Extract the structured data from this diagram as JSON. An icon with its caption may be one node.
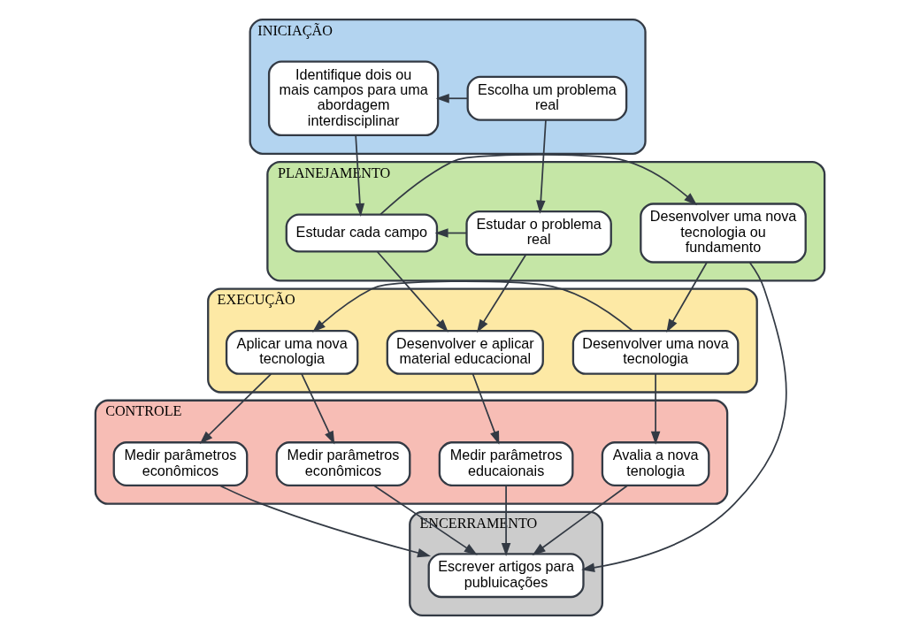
{
  "diagram": {
    "nodes": [
      {
        "text": [
          "INICIAÇÃO"
        ]
      },
      {
        "text": [
          "Escolha um problema real"
        ],
        "in": 0
      },
      {
        "text": [
          "Identifique dois ou mais campos para uma abordagem interdisciplinar"
        ],
        "in": 0
      },
      {
        "text": [
          "PLANEJAMENTO"
        ]
      },
      {
        "text": [
          "Estudar o problema real"
        ],
        "in": 3
      },
      {
        "text": [
          "Estudar cada campo"
        ],
        "in": 3
      },
      {
        "text": [
          "Desenvolver uma nova tecnologia ou fundamento"
        ],
        "in": 3
      },
      {
        "text": [
          "EXECUÇÃO"
        ]
      },
      {
        "text": [
          "Desenvolver e aplicar material educacional"
        ],
        "in": 7
      },
      {
        "text": [
          "Desenvolver uma nova tecnologia"
        ],
        "in": 7
      },
      {
        "text": [
          "Aplicar uma nova tecnologia"
        ],
        "in": 7
      },
      {
        "text": [
          "CONTROLE"
        ]
      },
      {
        "text": [
          "Medir parâmetros educaionais"
        ],
        "in": 11
      },
      {
        "text": [
          "Avalia a nova tenologia"
        ],
        "in": 11
      },
      {
        "text": [
          "Medir parâmetros econômicos"
        ],
        "in": 11
      },
      {
        "text": [
          "Medir parâmetros econômicos"
        ],
        "in": 11
      },
      {
        "text": [
          "ENCERRAMENTO"
        ]
      },
      {
        "text": [
          "Escrever artigos para publuicações"
        ],
        "in": 16
      }
    ],
    "edges": [
      {
        "from": 1,
        "to": 2,
        "arrow": "to"
      },
      {
        "from": 1,
        "to": 4,
        "arrow": "to"
      },
      {
        "from": 2,
        "to": 5,
        "arrow": "to"
      },
      {
        "from": 4,
        "to": 5,
        "arrow": "to"
      },
      {
        "from": 5,
        "to": 6,
        "arrow": "to"
      },
      {
        "from": 6,
        "to": 17,
        "arrow": "to"
      },
      {
        "from": 4,
        "to": 8,
        "arrow": "to"
      },
      {
        "from": 5,
        "to": 8,
        "arrow": "to"
      },
      {
        "from": 6,
        "to": 9,
        "arrow": "to"
      },
      {
        "from": 9,
        "to": 10,
        "arrow": "to"
      },
      {
        "from": 8,
        "to": 12,
        "arrow": "to"
      },
      {
        "from": 9,
        "to": 13,
        "arrow": "to"
      },
      {
        "from": 10,
        "to": 14,
        "arrow": "to"
      },
      {
        "from": 10,
        "to": 15,
        "arrow": "to"
      },
      {
        "from": 12,
        "to": 17,
        "arrow": "to"
      },
      {
        "from": 13,
        "to": 17,
        "arrow": "to"
      },
      {
        "from": 14,
        "to": 17,
        "arrow": "to"
      },
      {
        "from": 15,
        "to": 17,
        "arrow": "to"
      }
    ]
  }
}
